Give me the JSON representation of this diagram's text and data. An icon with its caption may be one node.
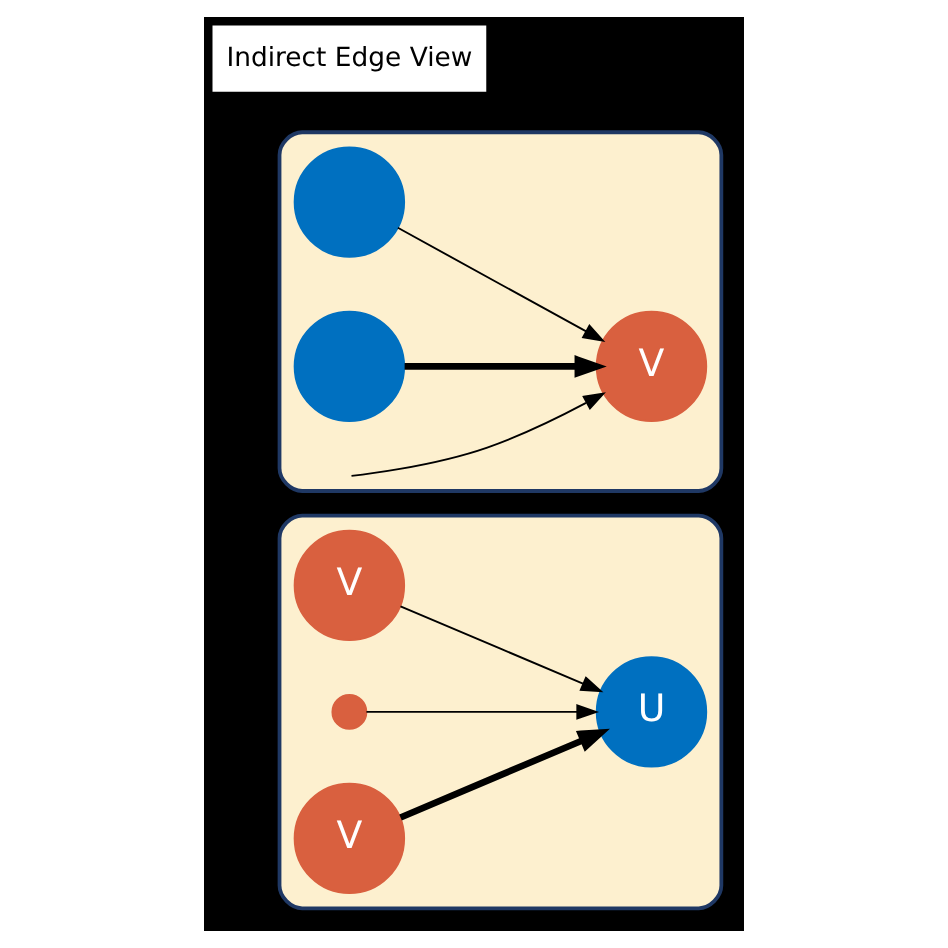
{
  "diagram": {
    "nodes": [
      {
        "text": [],
        "shape": "box"
      },
      {
        "text": [
          "V"
        ],
        "in": 0
      },
      {
        "text": [],
        "shape": "circle",
        "in": 0
      },
      {
        "text": [
          "V"
        ],
        "in": 0
      },
      {
        "text": [
          "U"
        ],
        "in": 0
      },
      {
        "text": [],
        "shape": "box"
      },
      {
        "text": [
          "V"
        ],
        "in": 5
      },
      {
        "text": [],
        "shape": "circle",
        "in": 5
      },
      {
        "text": [],
        "shape": "circle",
        "in": 5
      },
      {
        "text": [
          "Indirect Edge View"
        ]
      }
    ],
    "edges": [
      {
        "from": 1,
        "to": 4,
        "arrow": "to"
      },
      {
        "from": 2,
        "to": 4,
        "arrow": "to"
      },
      {
        "from": 3,
        "to": 4,
        "arrow": "to",
        "style": "thick"
      },
      {
        "from": 7,
        "to": 6,
        "arrow": "to"
      },
      {
        "from": null,
        "to": 6,
        "arrow": "to"
      },
      {
        "from": 8,
        "to": 6,
        "arrow": "to",
        "style": "thick"
      }
    ]
  }
}
